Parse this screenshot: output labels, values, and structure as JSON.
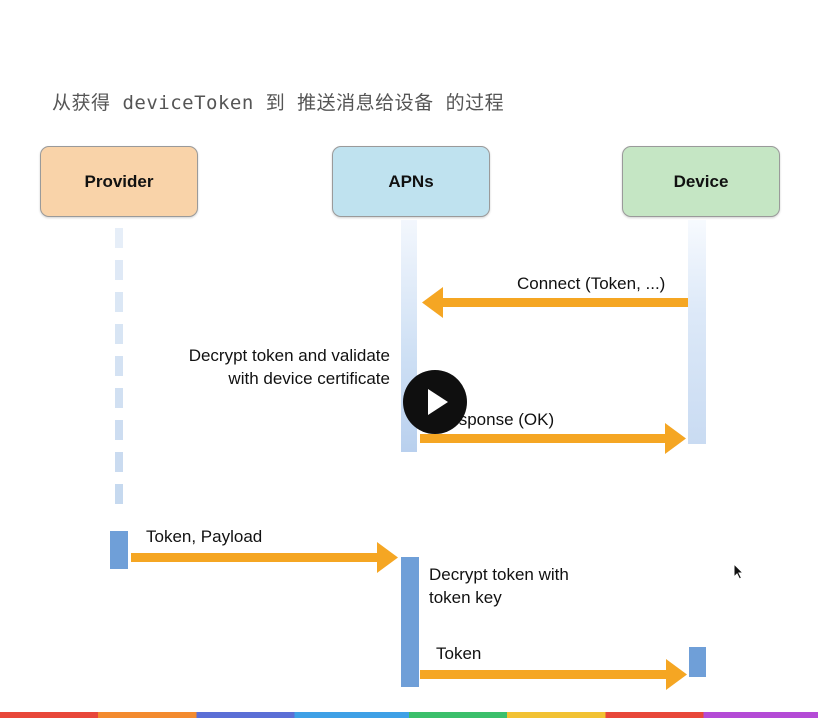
{
  "title": "从获得 deviceToken 到 推送消息给设备 的过程",
  "actors": {
    "provider": "Provider",
    "apns": "APNs",
    "device": "Device"
  },
  "messages": {
    "connect": "Connect (Token, ...)",
    "decrypt_validate_line1": "Decrypt token and validate",
    "decrypt_validate_line2": "with device certificate",
    "response": "Response (OK)",
    "token_payload": "Token, Payload",
    "decrypt_key_line1": "Decrypt token with",
    "decrypt_key_line2": "token key",
    "token": "Token"
  },
  "colors": {
    "arrow": "#f5a623",
    "provider": "#f9d3a9",
    "apns": "#bfe2ef",
    "device": "#c5e6c4",
    "activation": "#6f9fd8"
  },
  "icons": {
    "play": "play-icon",
    "cursor": "mouse-cursor-icon"
  }
}
